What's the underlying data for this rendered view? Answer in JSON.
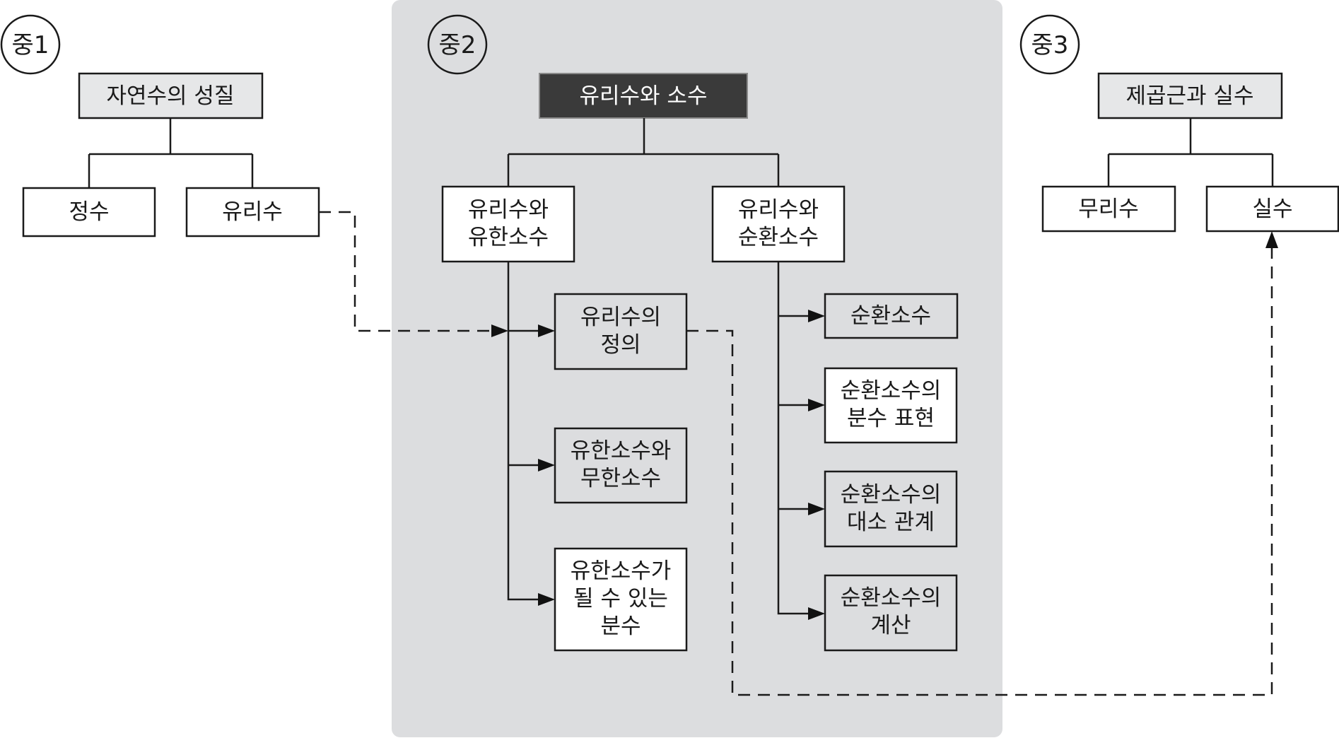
{
  "sections": [
    {
      "badge": "중1",
      "root": "자연수의 성질",
      "children": [
        "정수",
        "유리수"
      ]
    },
    {
      "badge": "중2",
      "root": "유리수와 소수",
      "branches": [
        {
          "label": [
            "유리수와",
            "유한소수"
          ],
          "items": [
            [
              "유리수의",
              "정의"
            ],
            [
              "유한소수와",
              "무한소수"
            ],
            [
              "유한소수가",
              "될 수 있는",
              "분수"
            ]
          ]
        },
        {
          "label": [
            "유리수와",
            "순환소수"
          ],
          "items": [
            [
              "순환소수"
            ],
            [
              "순환소수의",
              "분수 표현"
            ],
            [
              "순환소수의",
              "대소 관계"
            ],
            [
              "순환소수의",
              "계산"
            ]
          ]
        }
      ]
    },
    {
      "badge": "중3",
      "root": "제곱근과 실수",
      "children": [
        "무리수",
        "실수"
      ]
    }
  ],
  "colors": {
    "panel": "#dcdddf",
    "root_dark": "#3a3a3a",
    "root_light": "#e6e7e8",
    "line": "#1a1a1a"
  }
}
